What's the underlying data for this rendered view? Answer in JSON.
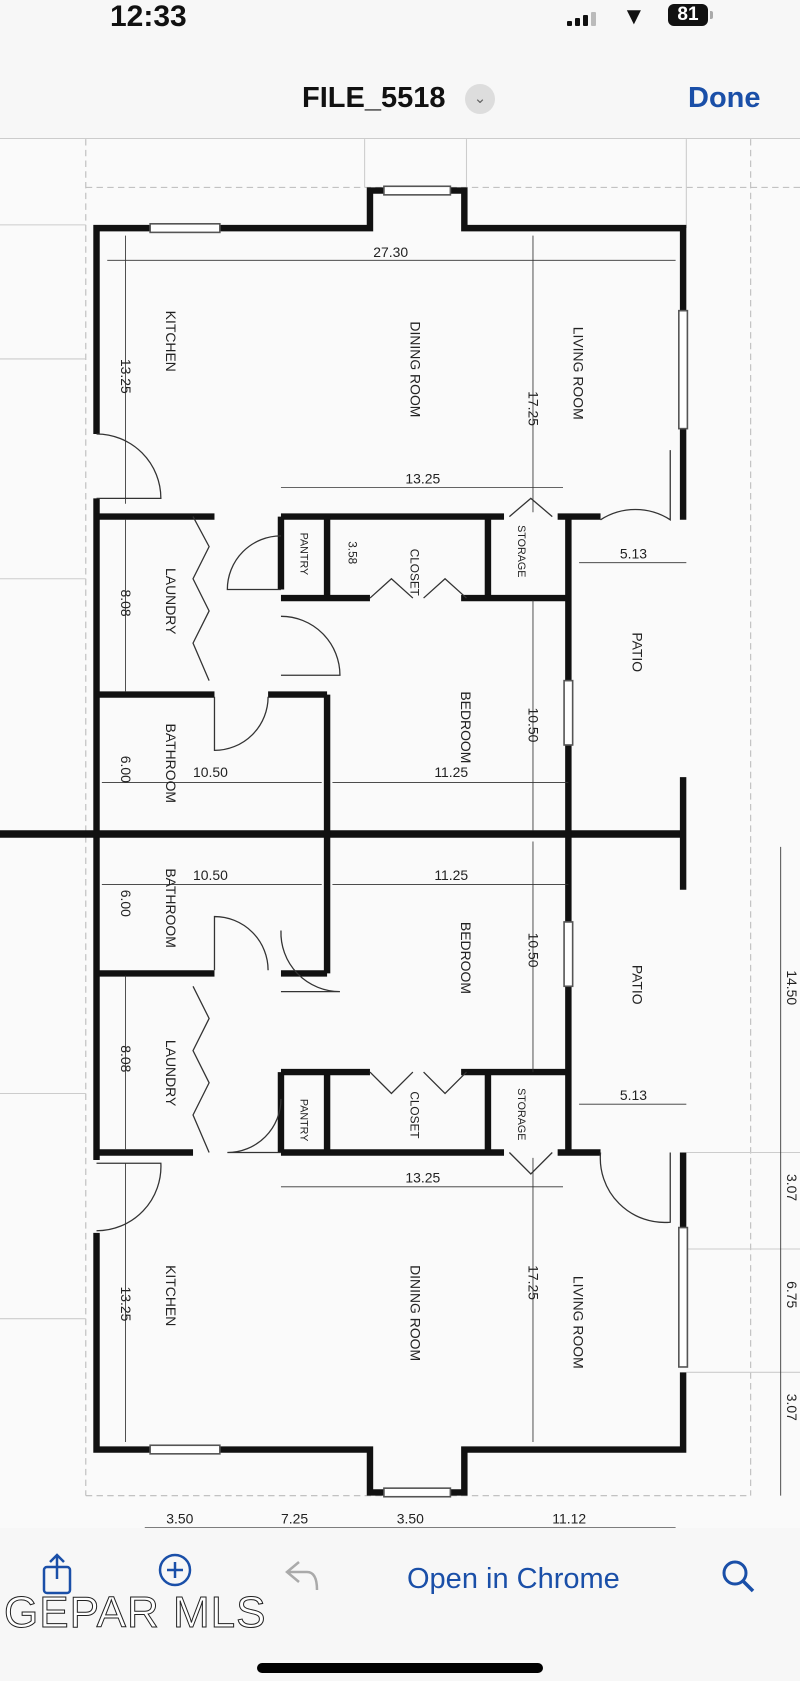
{
  "status_bar": {
    "time": "12:33",
    "battery": "81"
  },
  "nav": {
    "title": "FILE_5518",
    "done_label": "Done"
  },
  "plan": {
    "rooms": {
      "kitchen": "KITCHEN",
      "dining": "DINING ROOM",
      "living": "LIVING ROOM",
      "laundry": "LAUNDRY",
      "pantry": "PANTRY",
      "closet": "CLOSET",
      "storage": "STORAGE",
      "bedroom": "BEDROOM",
      "bathroom": "BATHROOM",
      "patio": "PATIO"
    },
    "dims": {
      "overall_width": "27.30",
      "kitchen_depth": "13.25",
      "living_depth": "17.25",
      "hall_width": "13.25",
      "closet_depth": "3.58",
      "patio_width": "5.13",
      "laundry": "8.08",
      "bath_depth": "6.00",
      "bath_width": "10.50",
      "bedroom_width": "11.25",
      "bedroom_depth": "10.50",
      "patio_depth": "14.50",
      "side_a": "3.07",
      "side_b": "6.75",
      "side_c": "3.07",
      "bottom_1": "3.50",
      "bottom_2": "7.25",
      "bottom_3": "3.50",
      "bottom_4": "11.12"
    }
  },
  "toolbar": {
    "open_label": "Open in Chrome"
  },
  "watermark": "GEPAR MLS"
}
